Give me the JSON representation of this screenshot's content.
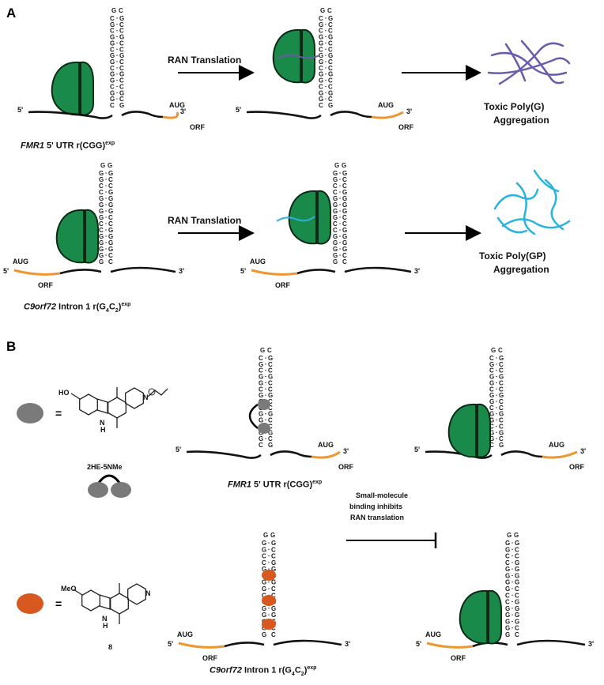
{
  "panels": {
    "a": "A",
    "b": "B"
  },
  "labels": {
    "ran_translation": "RAN Translation",
    "aug": "AUG",
    "orf": "ORF",
    "five_prime": "5'",
    "three_prime": "3'",
    "fmr1_construct": "FMR1 5' UTR r(CGG)exp",
    "fmr1_gene": "FMR1",
    "fmr1_rest": " 5' UTR r(CGG)",
    "c9_gene": "C9orf72",
    "c9_rest": " Intron 1 r(G",
    "c9_sub4": "4",
    "c9_mid": "C",
    "c9_sub2": "2",
    "c9_close": ")",
    "exp": "exp",
    "toxic_g_1": "Toxic Poly(G)",
    "toxic_g_2": "Aggregation",
    "toxic_gp_1": "Toxic Poly(GP)",
    "toxic_gp_2": "Aggregation",
    "equals": "=",
    "compound1": "2HE-5NMe",
    "compound2": "8",
    "ho": "HO",
    "meo": "MeO",
    "nh": "H",
    "n": "N",
    "inhibit_1": "Small-molecule",
    "inhibit_2": "binding inhibits",
    "inhibit_3": "RAN translation"
  },
  "stem_letters": {
    "cgg_left": [
      "C",
      "G",
      "C",
      "G",
      "G",
      "C",
      "G",
      "G",
      "C",
      "G",
      "G",
      "C",
      "G",
      "G",
      "C"
    ],
    "cgg_right": [
      "G",
      "C",
      "C",
      "G",
      "C",
      "C",
      "G",
      "C",
      "C",
      "G",
      "C",
      "C",
      "G",
      "C",
      "G"
    ],
    "g4c2_left": [
      "G",
      "G",
      "C",
      "C",
      "G",
      "G",
      "G",
      "G",
      "C",
      "C",
      "G",
      "G",
      "G",
      "G",
      "G"
    ],
    "g4c2_right": [
      "G",
      "C",
      "C",
      "G",
      "G",
      "G",
      "G",
      "C",
      "C",
      "G",
      "G",
      "G",
      "G",
      "C",
      "C"
    ]
  },
  "colors": {
    "ribosome": "#1a8a4a",
    "ribosome_edge": "#0b2a16",
    "orf": "#f0962e",
    "poly_g": "#6a5cab",
    "poly_gp": "#2bb3e0",
    "gray_ligand": "#7a7a7a",
    "orange_ligand": "#d8591f"
  },
  "icons": [
    "ribosome-icon",
    "arrow-icon",
    "inhibition-arrow-icon",
    "hairpin-icon",
    "aggregate-icon"
  ]
}
